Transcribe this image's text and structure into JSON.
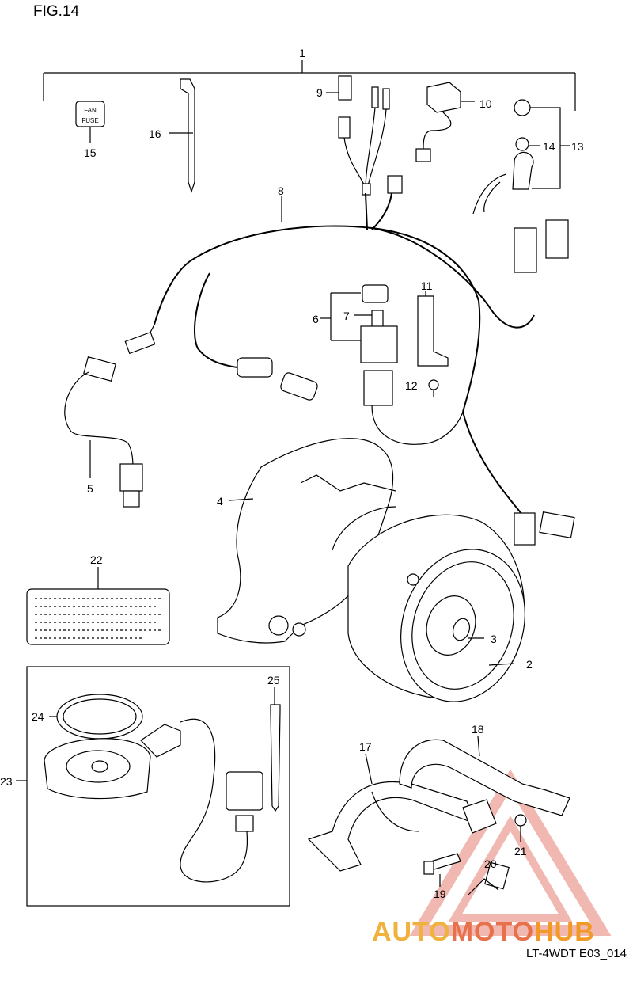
{
  "figure_title": "FIG.14",
  "drawing_code": "LT-4WDT E03_014",
  "watermark": {
    "text_part1": "AUTO",
    "text_part2": "MOTO",
    "text_part3": "HUB",
    "colors": {
      "triangle": "#f1b3a8",
      "auto": "#f0b23c",
      "moto": "#e8704a",
      "hub": "#f39a26"
    }
  },
  "fuse_label_line1": "FAN",
  "fuse_label_line2": "FUSE",
  "callouts": [
    "1",
    "2",
    "3",
    "4",
    "5",
    "6",
    "7",
    "8",
    "9",
    "10",
    "11",
    "12",
    "13",
    "14",
    "15",
    "16",
    "17",
    "18",
    "19",
    "20",
    "21",
    "22",
    "23",
    "24",
    "25"
  ]
}
